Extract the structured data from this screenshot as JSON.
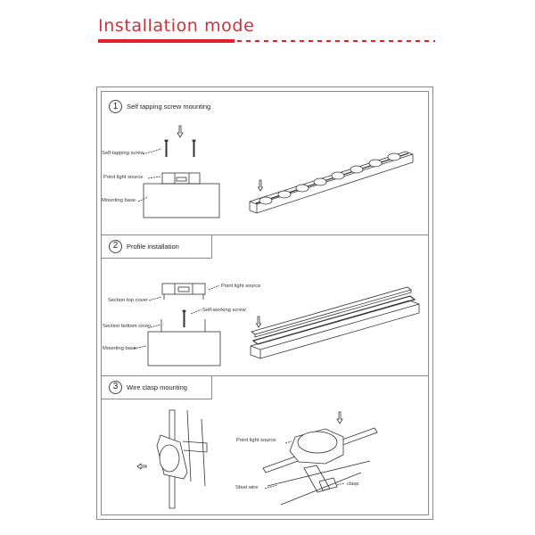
{
  "header": {
    "title": "Installation mode",
    "accent_color": "#e3202b",
    "title_color": "#c9343d"
  },
  "sections": [
    {
      "number": "1",
      "title": "Self tapping screw mounting",
      "labels": {
        "screw": "Self-tapping screw",
        "light": "Point light source",
        "base": "Mounting base"
      }
    },
    {
      "number": "2",
      "title": "Profile installation",
      "labels": {
        "top_cover": "Section top cover",
        "light": "Point light source",
        "screw": "Self-working screw",
        "bottom_cover": "Section bottom cover",
        "base": "Mounting base"
      }
    },
    {
      "number": "3",
      "title": "Wire clasp mounting",
      "labels": {
        "light": "Point light source",
        "wire": "Steel wire",
        "clasp": "clasp"
      }
    }
  ]
}
